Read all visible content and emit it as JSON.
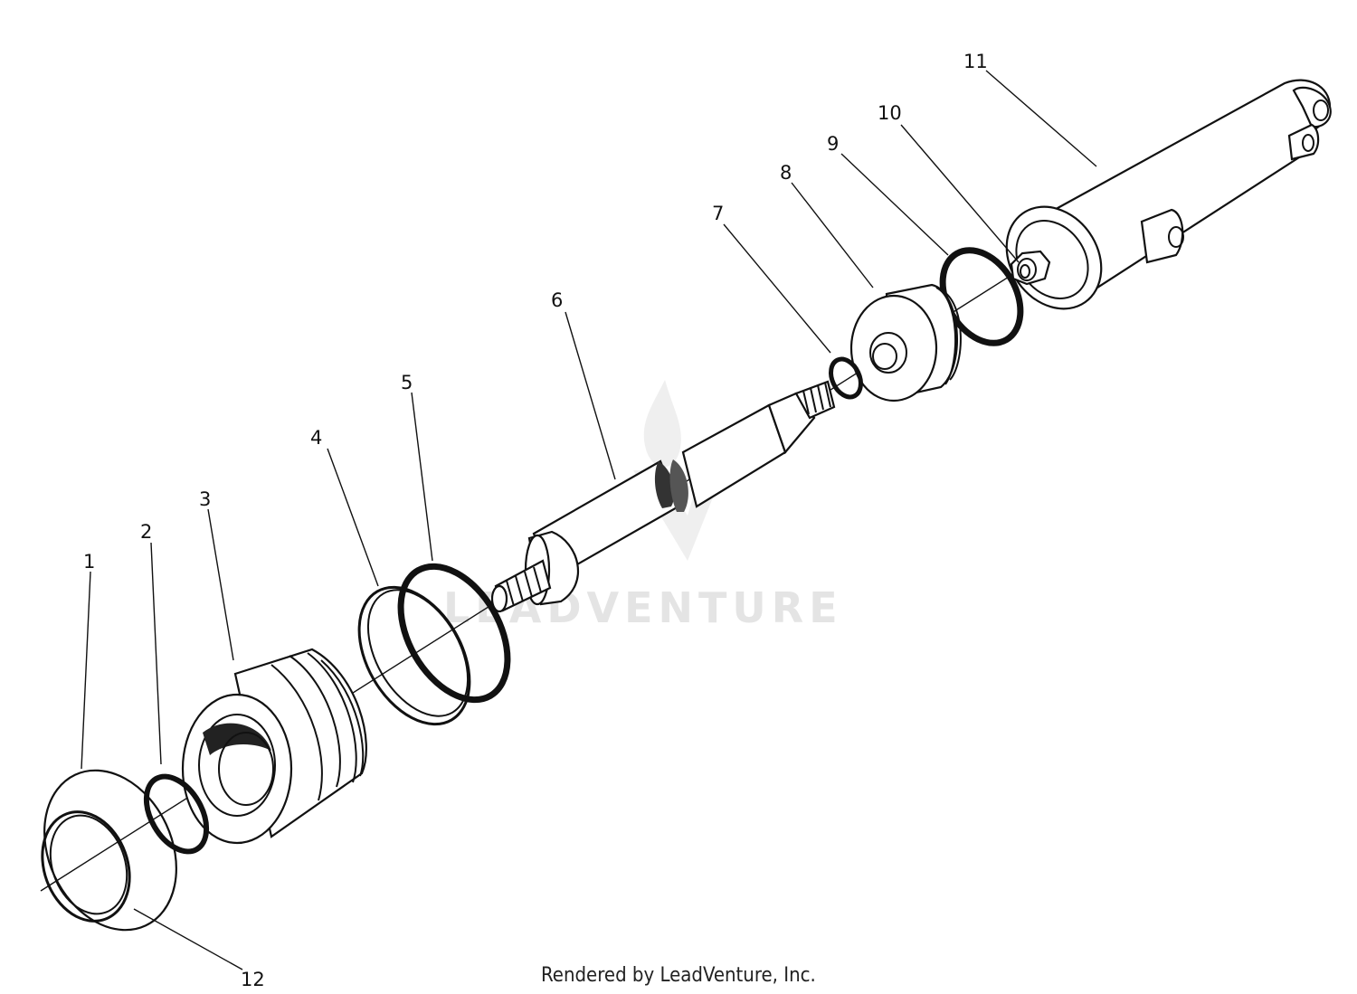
{
  "diagram": {
    "callouts": [
      {
        "id": "1",
        "label": "1"
      },
      {
        "id": "2",
        "label": "2"
      },
      {
        "id": "3",
        "label": "3"
      },
      {
        "id": "4",
        "label": "4"
      },
      {
        "id": "5",
        "label": "5"
      },
      {
        "id": "6",
        "label": "6"
      },
      {
        "id": "7",
        "label": "7"
      },
      {
        "id": "8",
        "label": "8"
      },
      {
        "id": "9",
        "label": "9"
      },
      {
        "id": "10",
        "label": "10"
      },
      {
        "id": "11",
        "label": "11"
      },
      {
        "id": "12",
        "label": "12"
      }
    ],
    "watermark": "LEADVENTURE",
    "footer": "Rendered by LeadVenture, Inc."
  }
}
